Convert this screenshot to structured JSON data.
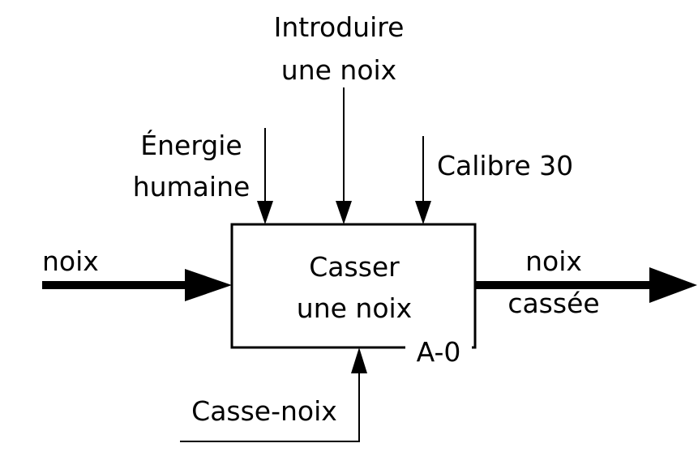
{
  "function": {
    "line1": "Casser",
    "line2": "une noix",
    "node_id": "A-0"
  },
  "input": {
    "label": "noix"
  },
  "output": {
    "line1": "noix",
    "line2": "cassée"
  },
  "controls": {
    "energy": {
      "line1": "Énergie",
      "line2": "humaine"
    },
    "command": {
      "line1": "Introduire",
      "line2": "une noix"
    },
    "setting": {
      "label": "Calibre 30"
    }
  },
  "mechanism": {
    "label": "Casse-noix"
  },
  "colors": {
    "stroke": "#000000",
    "background": "#ffffff"
  }
}
